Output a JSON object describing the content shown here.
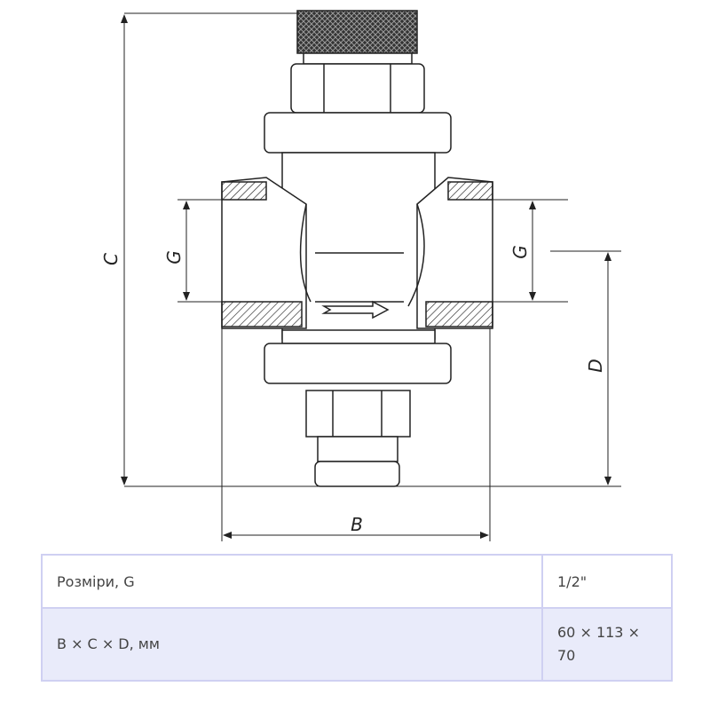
{
  "drawing": {
    "labels": {
      "c": "C",
      "g_left": "G",
      "g_right": "G",
      "d": "D",
      "b": "B"
    }
  },
  "table": {
    "rows": [
      {
        "label": "Розміри, G",
        "value": "1/2\""
      },
      {
        "label": "B × C × D, мм",
        "value": "60 × 113 × 70"
      }
    ]
  }
}
